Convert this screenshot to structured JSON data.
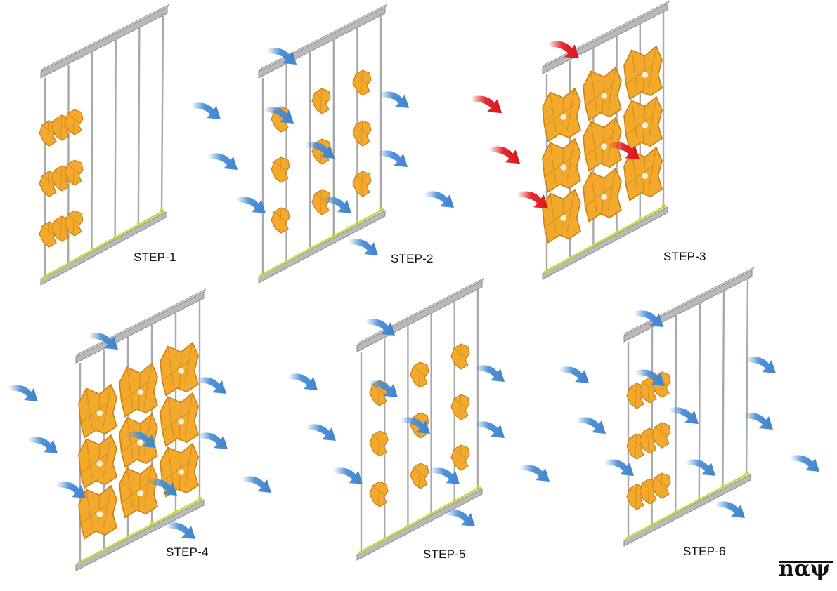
{
  "steps": [
    {
      "label": "STEP-1"
    },
    {
      "label": "STEP-2"
    },
    {
      "label": "STEP-3"
    },
    {
      "label": "STEP-4"
    },
    {
      "label": "STEP-5"
    },
    {
      "label": "STEP-6"
    }
  ],
  "logo_text": "nαψ",
  "colors": {
    "frame": "#b9b9b9",
    "frame_dark": "#8f8f8f",
    "panel": "#f2a92c",
    "panel_dark": "#c9821a",
    "base_strip": "#c9d84a",
    "airflow_arrow": "#4a8fd6",
    "hot_arrow": "#e41f26",
    "background": "#ffffff"
  }
}
